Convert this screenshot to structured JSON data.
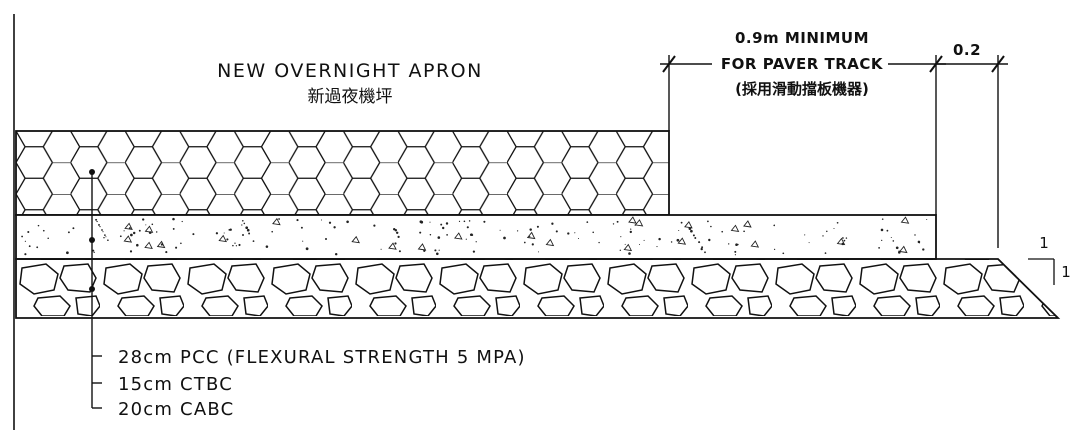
{
  "apron_label": {
    "title": "NEW OVERNIGHT APRON",
    "chinese": "新過夜機坪"
  },
  "paver_dimension": {
    "line1": "0.9m MINIMUM",
    "line2": "FOR PAVER TRACK",
    "chinese": "(採用滑動擋板機器)"
  },
  "offset_dimension": "0.2",
  "slope": {
    "vertical": "1",
    "horizontal": "1"
  },
  "layers": [
    {
      "text": "28cm PCC (FLEXURAL STRENGTH 5 MPA)"
    },
    {
      "text": "15cm CTBC"
    },
    {
      "text": "20cm CABC"
    }
  ],
  "colors": {
    "line": "#111111",
    "background": "#ffffff"
  }
}
